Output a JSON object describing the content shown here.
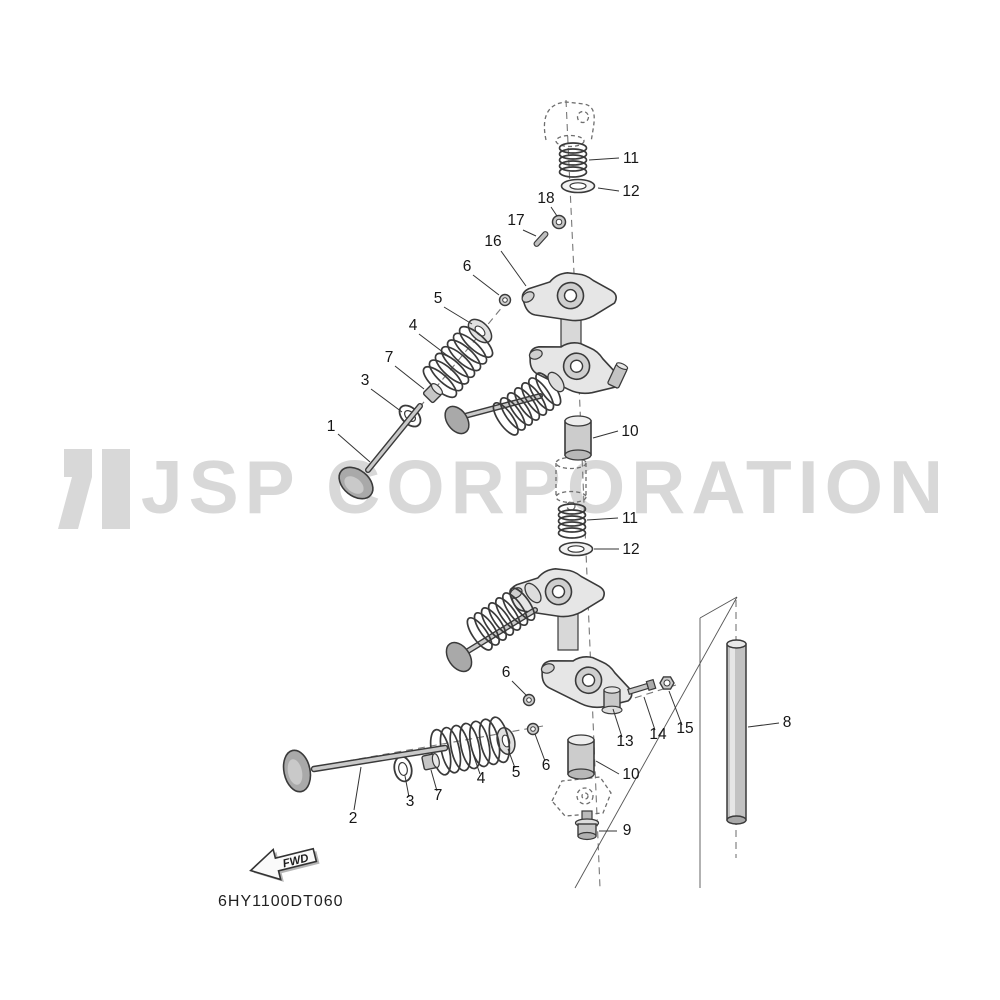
{
  "watermark": {
    "text": "JSP CORPORATION",
    "color": "#d8d8d8"
  },
  "diagram": {
    "code": "6HY1100DT060",
    "fwd_label": "FWD",
    "line_color": "#3a3a3a",
    "part_labels": [
      "11",
      "12",
      "18",
      "17",
      "16",
      "6",
      "5",
      "4",
      "7",
      "3",
      "1",
      "10",
      "11",
      "12",
      "6",
      "13",
      "14",
      "15",
      "8",
      "10",
      "6",
      "5",
      "4",
      "7",
      "3",
      "2",
      "9"
    ]
  }
}
